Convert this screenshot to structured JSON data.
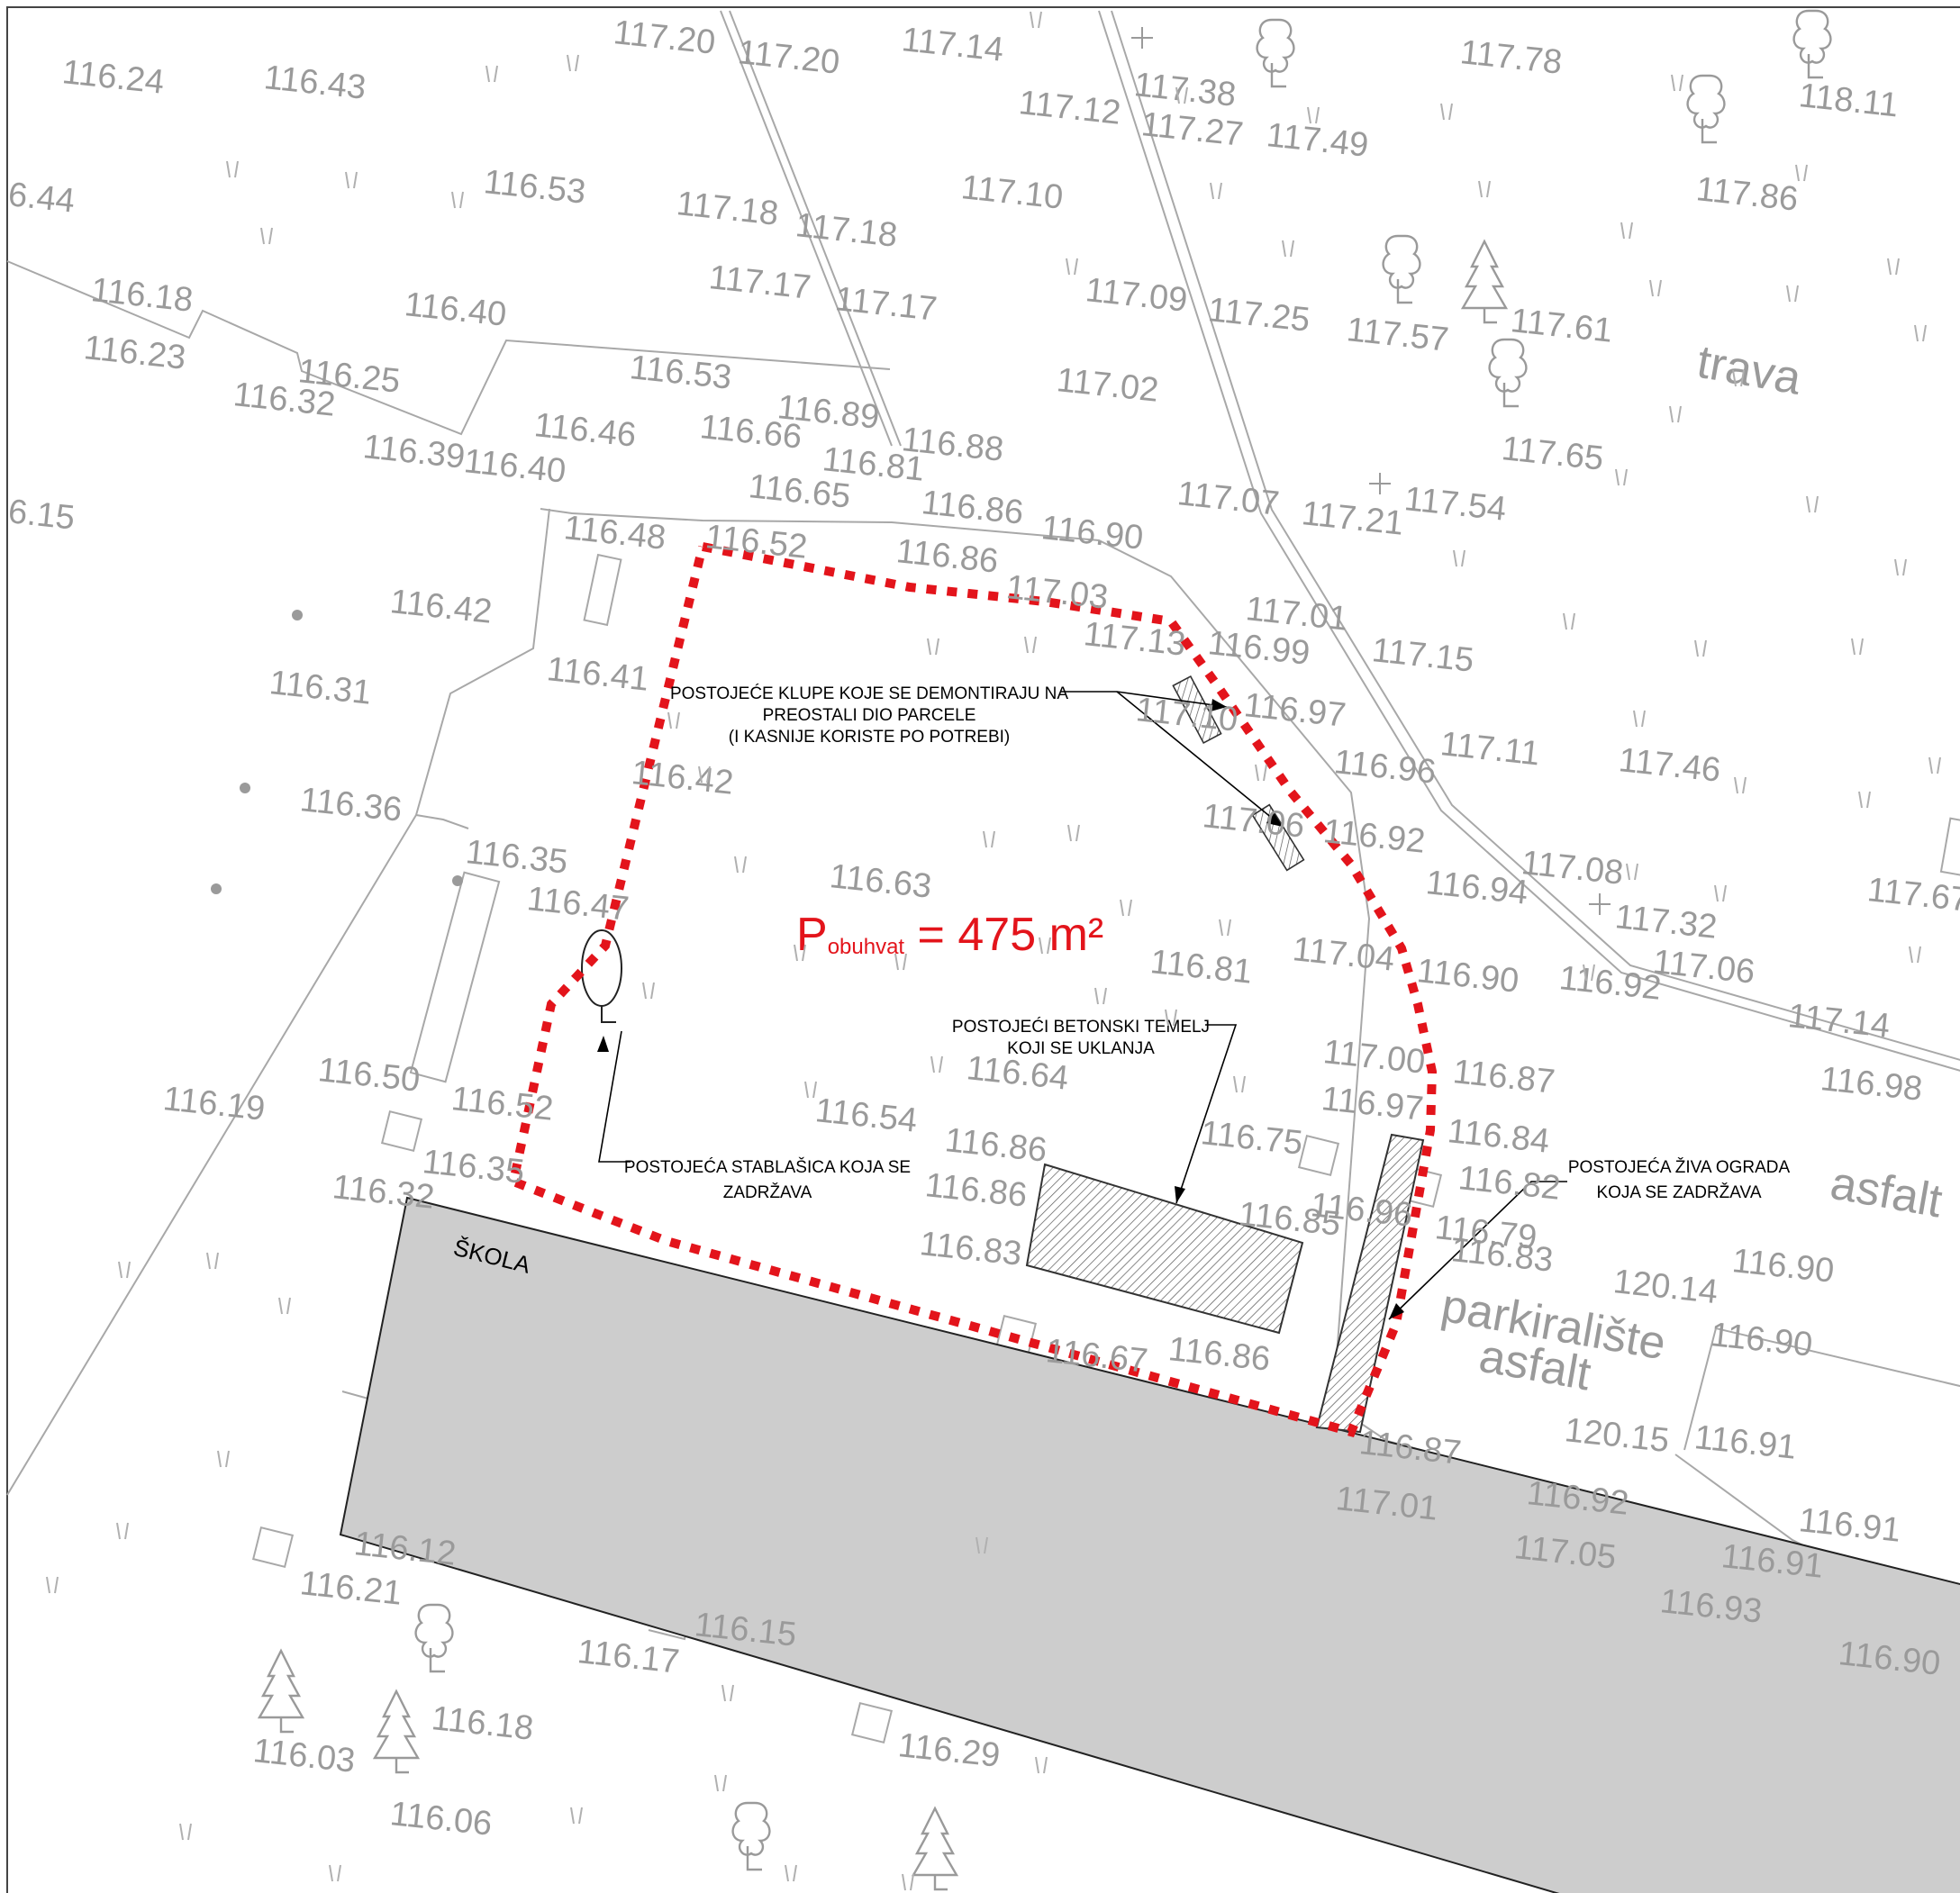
{
  "colors": {
    "boundary": "#e3141b",
    "school_fill": "#cdcdcd",
    "elevation_text": "#9a9a9a",
    "line": "#a8a8a8",
    "annotation": "#000000"
  },
  "area_label": {
    "prefix": "P",
    "subscript": "obuhvat",
    "value": " = 475 m²"
  },
  "school_label": "ŠKOLA",
  "surfaces": [
    {
      "text": "trava"
    },
    {
      "text": "asfalt"
    },
    {
      "text": "parkiralište"
    },
    {
      "text": "asfalt"
    }
  ],
  "annotations": {
    "benches": [
      "POSTOJEĆE KLUPE KOJE SE DEMONTIRAJU NA",
      "PREOSTALI DIO PARCELE",
      "(I KASNIJE KORISTE PO POTREBI)"
    ],
    "foundation": [
      "POSTOJEĆI BETONSKI TEMELJ",
      "KOJI SE UKLANJA"
    ],
    "tree": [
      "POSTOJEĆA STABLAŠICA KOJA SE",
      "ZADRŽAVA"
    ],
    "hedge": [
      "POSTOJEĆA ŽIVA OGRADA",
      "KOJA SE ZADRŽAVA"
    ]
  },
  "icons": [
    "deciduous-tree-icon",
    "conifer-tree-icon",
    "grass-tuft-icon",
    "survey-cross-icon"
  ],
  "elevations": [
    "116.24",
    "116.43",
    "117.20",
    "117.20",
    "117.14",
    "117.38",
    "117.78",
    "118.11",
    "117.12",
    "117.27",
    "117.49",
    "116.53",
    "117.18",
    "117.18",
    "117.10",
    "117.86",
    "6.44",
    "116.18",
    "116.40",
    "117.17",
    "117.17",
    "117.09",
    "117.25",
    "117.57",
    "117.61",
    "116.23",
    "116.25",
    "116.53",
    "117.02",
    "116.32",
    "116.89",
    "116.88",
    "117.65",
    "116.39",
    "116.40",
    "116.46",
    "116.66",
    "116.81",
    "116.65",
    "116.86",
    "116.90",
    "117.07",
    "117.21",
    "117.54",
    "6.15",
    "116.48",
    "116.52",
    "116.86",
    "117.03",
    "116.42",
    "117.13",
    "117.01",
    "116.99",
    "117.15",
    "116.31",
    "116.41",
    "117.10",
    "116.97",
    "117.11",
    "117.46",
    "116.42",
    "116.96",
    "116.36",
    "117.06",
    "116.92",
    "116.35",
    "116.63",
    "117.08",
    "117.32",
    "116.94",
    "116.47",
    "117.67",
    "117.04",
    "116.90",
    "116.81",
    "116.92",
    "117.06",
    "117.14",
    "117.00",
    "116.87",
    "116.64",
    "116.19",
    "116.50",
    "116.52",
    "116.54",
    "116.97",
    "116.98",
    "116.84",
    "116.86",
    "116.75",
    "116.35",
    "116.32",
    "116.82",
    "116.86",
    "116.85",
    "116.96",
    "116.79",
    "116.83",
    "116.83",
    "116.90",
    "120.14",
    "116.90",
    "116.67",
    "116.86",
    "116.87",
    "120.15",
    "116.91",
    "117.01",
    "116.92",
    "116.91",
    "117.05",
    "116.12",
    "116.21",
    "116.91",
    "116.93",
    "116.15",
    "116.17",
    "116.90",
    "116.18",
    "116.29",
    "116.03",
    "116.06"
  ]
}
